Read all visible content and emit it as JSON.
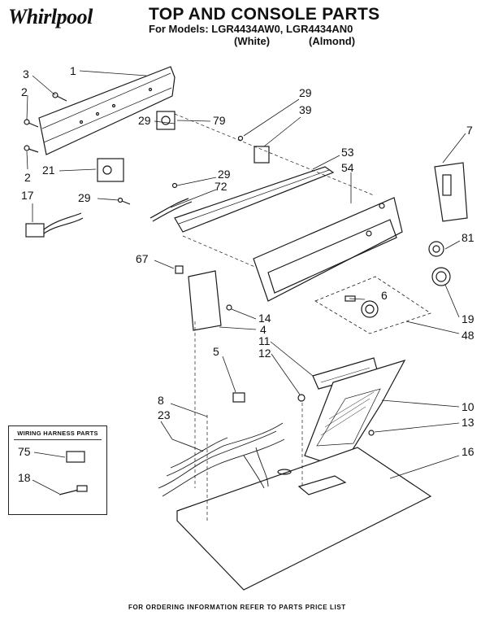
{
  "header": {
    "brand": "Whirlpool",
    "title": "TOP AND CONSOLE PARTS",
    "models_line": "For Models: LGR4434AW0, LGR4434AN0",
    "variant_white": "(White)",
    "variant_almond": "(Almond)"
  },
  "callouts": {
    "c1": "1",
    "c2a": "2",
    "c2b": "2",
    "c3": "3",
    "c4": "4",
    "c5": "5",
    "c6": "6",
    "c7": "7",
    "c8": "8",
    "c10": "10",
    "c11": "11",
    "c12": "12",
    "c13": "13",
    "c14": "14",
    "c16": "16",
    "c17": "17",
    "c19": "19",
    "c21": "21",
    "c23": "23",
    "c29a": "29",
    "c29b": "29",
    "c29c": "29",
    "c29d": "29",
    "c39": "39",
    "c48": "48",
    "c53": "53",
    "c54": "54",
    "c67": "67",
    "c72": "72",
    "c79": "79",
    "c81": "81"
  },
  "wiring_box": {
    "title": "WIRING HARNESS PARTS",
    "c75": "75",
    "c18": "18"
  },
  "footer": "FOR ORDERING INFORMATION REFER TO PARTS PRICE LIST"
}
